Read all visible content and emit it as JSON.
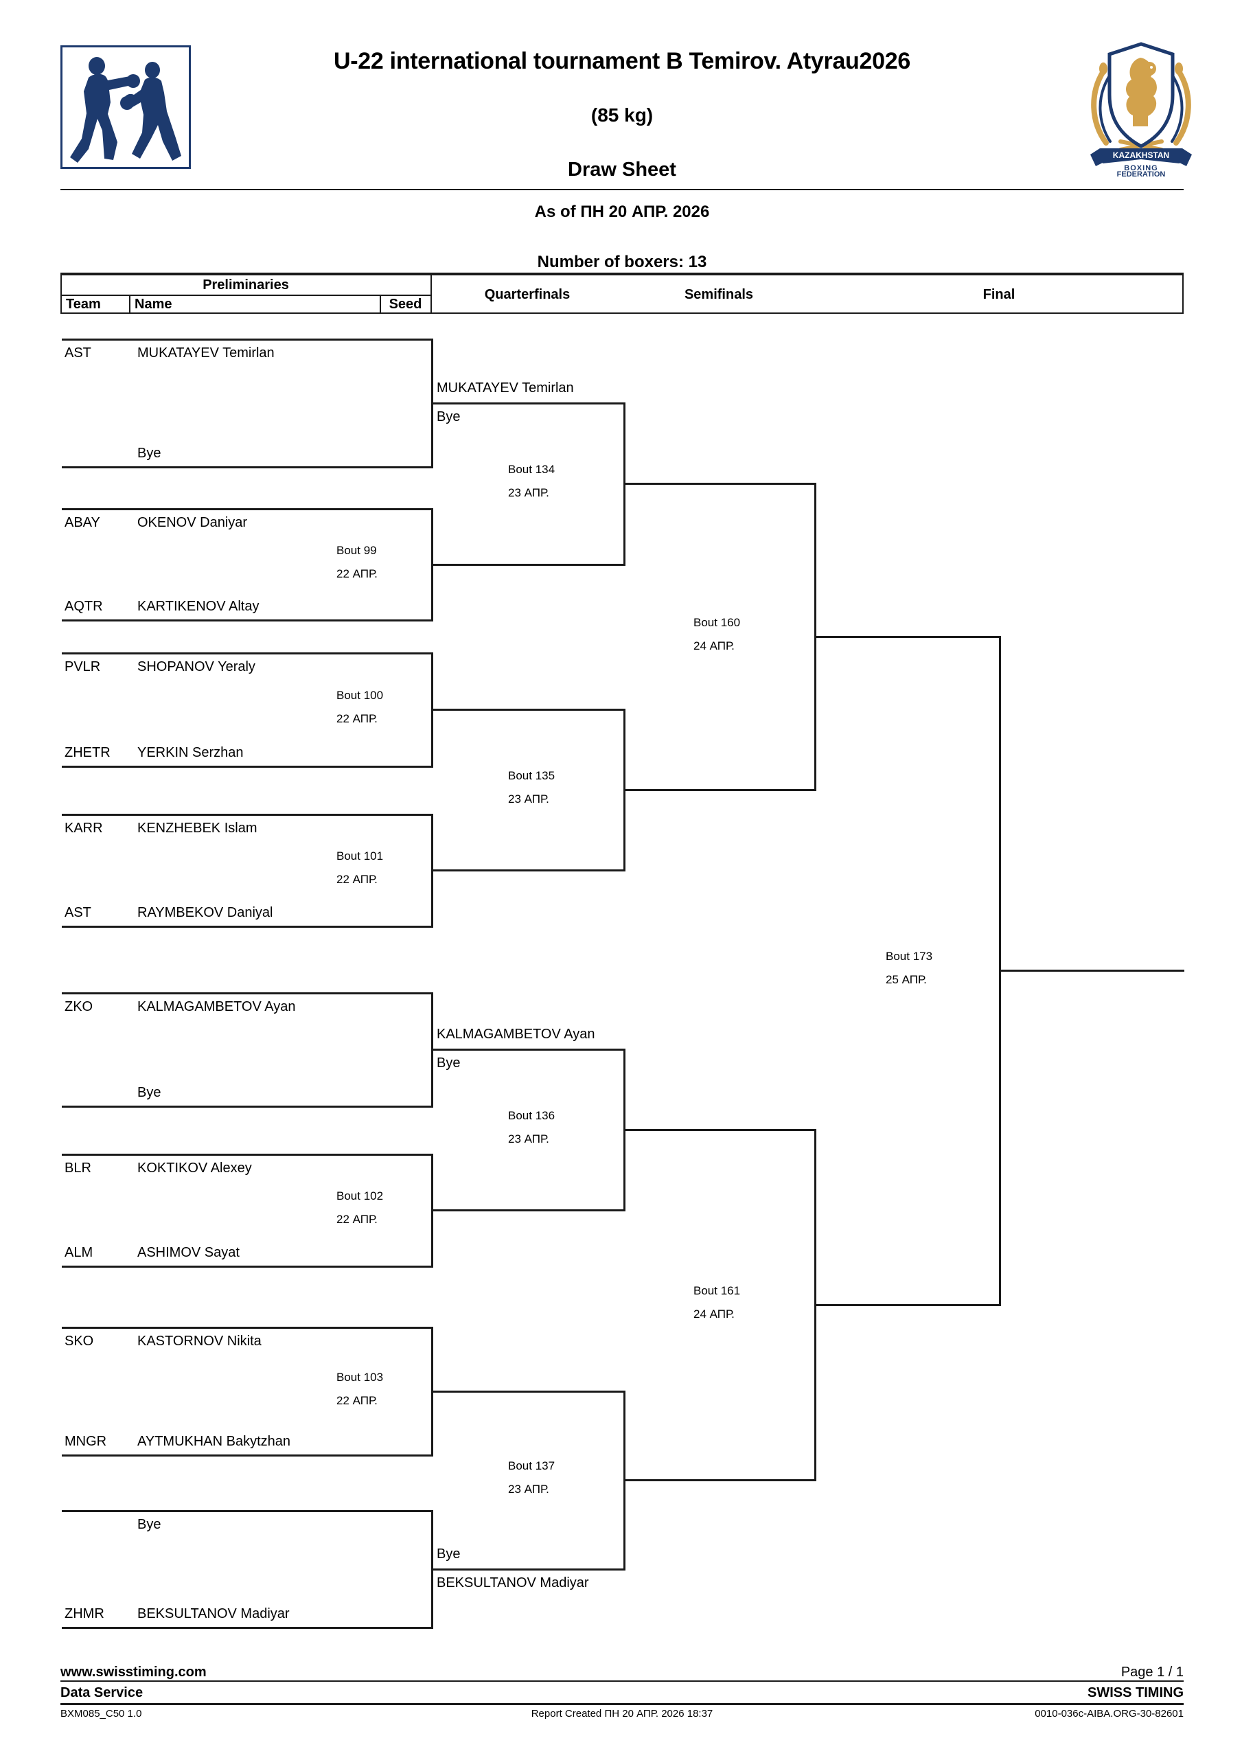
{
  "colors": {
    "navy": "#1d3a6e",
    "gold": "#d2a24c",
    "line": "#1a1a1a"
  },
  "header": {
    "title": "U-22 international tournament B Temirov. Atyrau2026",
    "weight_class": "(85 kg)",
    "sheet_type": "Draw Sheet",
    "as_of": "As of ПН 20 АПР. 2026",
    "boxers_count": "Number of boxers: 13",
    "left_logo": "boxers-pictogram",
    "right_logo": {
      "banner": "KAZAKHSTAN",
      "line1": "BOXING",
      "line2": "FEDERATION"
    }
  },
  "table_header": {
    "preliminaries": "Preliminaries",
    "team": "Team",
    "name": "Name",
    "seed": "Seed",
    "quarterfinals": "Quarterfinals",
    "semifinals": "Semifinals",
    "final": "Final"
  },
  "bracket": {
    "matches": [
      {
        "top_team": "AST",
        "top_name": "MUKATAYEV Temirlan",
        "bottom_team": "",
        "bottom_name": "Bye",
        "bout": "",
        "date": ""
      },
      {
        "top_team": "ABAY",
        "top_name": "OKENOV Daniyar",
        "bottom_team": "AQTR",
        "bottom_name": "KARTIKENOV Altay",
        "bout": "Bout 99",
        "date": "22 АПР."
      },
      {
        "top_team": "PVLR",
        "top_name": "SHOPANOV Yeraly",
        "bottom_team": "ZHETR",
        "bottom_name": "YERKIN Serzhan",
        "bout": "Bout 100",
        "date": "22 АПР."
      },
      {
        "top_team": "KARR",
        "top_name": "KENZHEBEK Islam",
        "bottom_team": "AST",
        "bottom_name": "RAYMBEKOV Daniyal",
        "bout": "Bout 101",
        "date": "22 АПР."
      },
      {
        "top_team": "ZKO",
        "top_name": "KALMAGAMBETOV Ayan",
        "bottom_team": "",
        "bottom_name": "Bye",
        "bout": "",
        "date": ""
      },
      {
        "top_team": "BLR",
        "top_name": "KOKTIKOV Alexey",
        "bottom_team": "ALM",
        "bottom_name": "ASHIMOV Sayat",
        "bout": "Bout 102",
        "date": "22 АПР."
      },
      {
        "top_team": "SKO",
        "top_name": "KASTORNOV Nikita",
        "bottom_team": "MNGR",
        "bottom_name": "AYTMUKHAN Bakytzhan",
        "bout": "Bout 103",
        "date": "22 АПР."
      },
      {
        "top_team": "",
        "top_name": "Bye",
        "bottom_team": "ZHMR",
        "bottom_name": "BEKSULTANOV Madiyar",
        "bout": "",
        "date": ""
      }
    ],
    "qf_slots": [
      {
        "above": "MUKATAYEV Temirlan",
        "below": "Bye"
      },
      {
        "above": "KALMAGAMBETOV Ayan",
        "below": "Bye"
      },
      {
        "above": "Bye",
        "below": "BEKSULTANOV Madiyar"
      }
    ],
    "qf_bouts": [
      {
        "bout": "Bout 134",
        "date": "23 АПР."
      },
      {
        "bout": "Bout 135",
        "date": "23 АПР."
      },
      {
        "bout": "Bout 136",
        "date": "23 АПР."
      },
      {
        "bout": "Bout 137",
        "date": "23 АПР."
      }
    ],
    "sf_bouts": [
      {
        "bout": "Bout 160",
        "date": "24 АПР."
      },
      {
        "bout": "Bout 161",
        "date": "24 АПР."
      }
    ],
    "final_bout": {
      "bout": "Bout 173",
      "date": "25 АПР."
    }
  },
  "footer": {
    "website": "www.swisstiming.com",
    "page": "Page 1 / 1",
    "service": "Data Service",
    "brand": "SWISS TIMING",
    "doc_code": "BXM085_C50 1.0",
    "report_created": "Report Created  ПН 20 АПР. 2026 18:37",
    "report_code": "0010-036c-AIBA.ORG-30-82601"
  }
}
